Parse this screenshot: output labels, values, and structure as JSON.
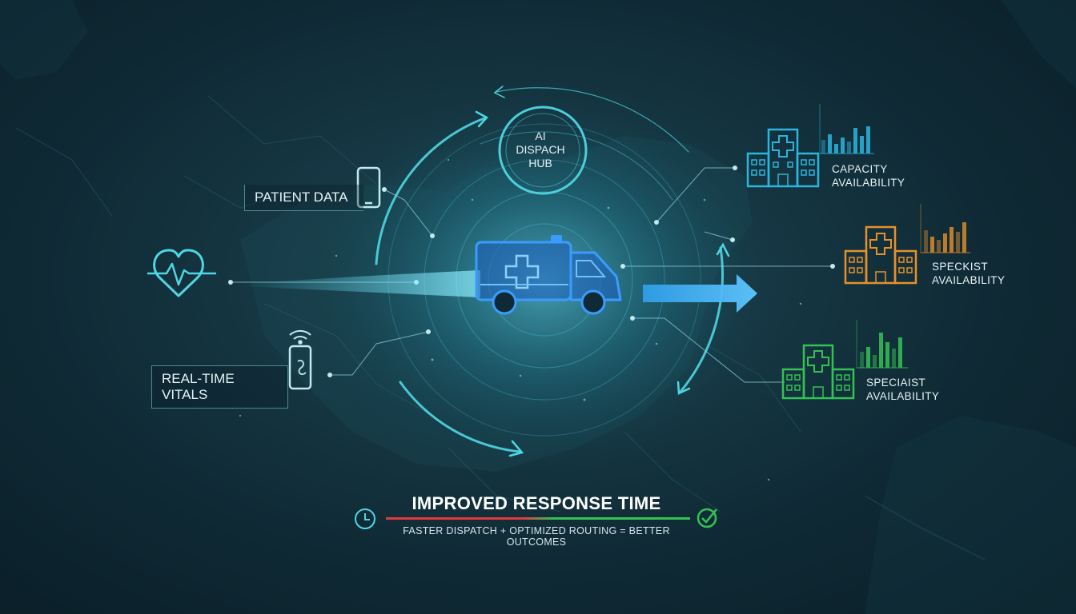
{
  "hub": {
    "line1": "AI",
    "line2": "DISPACH",
    "line3": "HUB"
  },
  "inputs": {
    "patient_data": "PATIENT DATA",
    "vitals": "REAL-TIME VITALS"
  },
  "hospitals": [
    {
      "line1": "CAPACITY",
      "line2": "AVAILABILITY",
      "color": "#2bb6e0"
    },
    {
      "line1": "SPECKIST",
      "line2": "AVAILABILITY",
      "color": "#e8902a"
    },
    {
      "line1": "SPECIAIST",
      "line2": "AVAILABILITY",
      "color": "#35c254"
    }
  ],
  "footer": {
    "title": "IMPROVED RESPONSE TIME",
    "subtitle": "FASTER DISPATCH + OPTIMIZED ROUTING = BETTER OUTCOMES"
  },
  "colors": {
    "accent": "#4fd6e3",
    "ambulance": "#2f86f0",
    "red": "#e23b3b",
    "green": "#35c254"
  }
}
